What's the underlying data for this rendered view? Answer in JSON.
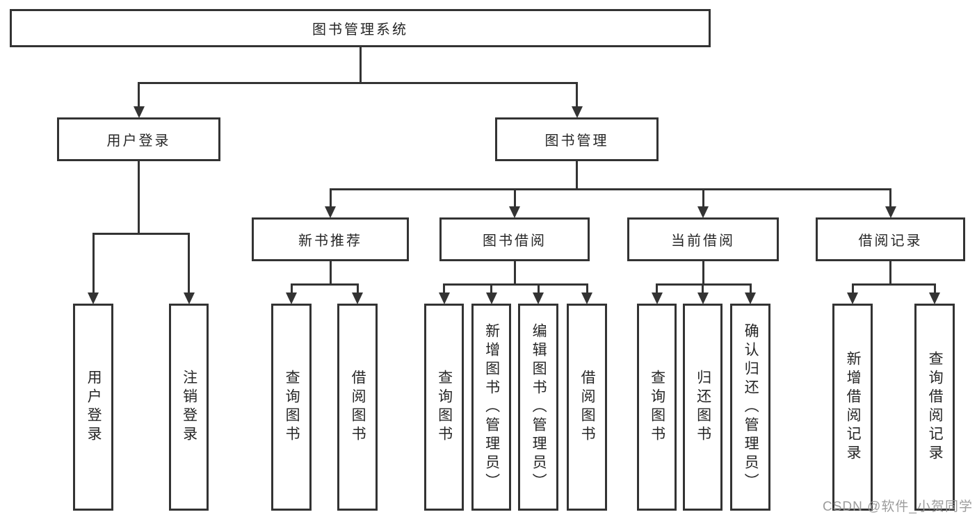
{
  "diagram": {
    "nodes": {
      "root": "图书管理系统",
      "user_login": "用户登录",
      "book_mgmt": "图书管理",
      "login": "用户登录",
      "logout": "注销登录",
      "new_books": "新书推荐",
      "book_borrow": "图书借阅",
      "current_borrow": "当前借阅",
      "borrow_records": "借阅记录",
      "nb_query": "查询图书",
      "nb_borrow": "借阅图书",
      "bb_query": "查询图书",
      "bb_add": "新增图书（管理员）",
      "bb_edit": "编辑图书（管理员）",
      "bb_borrow": "借阅图书",
      "cb_query": "查询图书",
      "cb_return": "归还图书",
      "cb_confirm": "确认归还（管理员）",
      "br_add": "新增借阅记录",
      "br_query": "查询借阅记录"
    },
    "edges": [
      {
        "from": "root",
        "to": [
          "user_login",
          "book_mgmt"
        ]
      },
      {
        "from": "user_login",
        "to": [
          "login",
          "logout"
        ]
      },
      {
        "from": "book_mgmt",
        "to": [
          "new_books",
          "book_borrow",
          "current_borrow",
          "borrow_records"
        ]
      },
      {
        "from": "new_books",
        "to": [
          "nb_query",
          "nb_borrow"
        ]
      },
      {
        "from": "book_borrow",
        "to": [
          "bb_query",
          "bb_add",
          "bb_edit",
          "bb_borrow"
        ]
      },
      {
        "from": "current_borrow",
        "to": [
          "cb_query",
          "cb_return",
          "cb_confirm"
        ]
      },
      {
        "from": "borrow_records",
        "to": [
          "br_add",
          "br_query"
        ]
      }
    ]
  },
  "watermark": "CSDN @软件_小贺同学",
  "colors": {
    "line": "#333333",
    "box_border": "#333333",
    "box_background": "#ffffff",
    "text": "#262626",
    "watermark": "#949494",
    "background": "#ffffff"
  }
}
